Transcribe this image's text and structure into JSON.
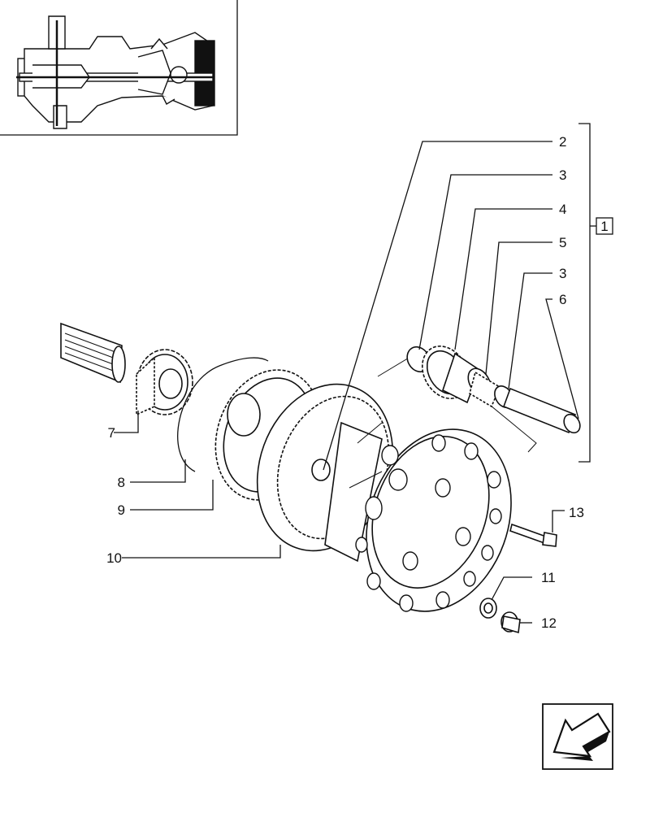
{
  "diagram": {
    "assembly_ref": "1",
    "callouts": [
      {
        "id": "c2",
        "label": "2"
      },
      {
        "id": "c3a",
        "label": "3"
      },
      {
        "id": "c4",
        "label": "4"
      },
      {
        "id": "c5",
        "label": "5"
      },
      {
        "id": "c3b",
        "label": "3"
      },
      {
        "id": "c6",
        "label": "6"
      },
      {
        "id": "c7",
        "label": "7"
      },
      {
        "id": "c8",
        "label": "8"
      },
      {
        "id": "c9",
        "label": "9"
      },
      {
        "id": "c10",
        "label": "10"
      },
      {
        "id": "c11",
        "label": "11"
      },
      {
        "id": "c12",
        "label": "12"
      },
      {
        "id": "c13",
        "label": "13"
      }
    ]
  },
  "icons": {
    "nav": "back-arrow-icon",
    "thumbnail": "axle-overview-icon"
  },
  "colors": {
    "ink": "#111111",
    "paper": "#ffffff"
  }
}
